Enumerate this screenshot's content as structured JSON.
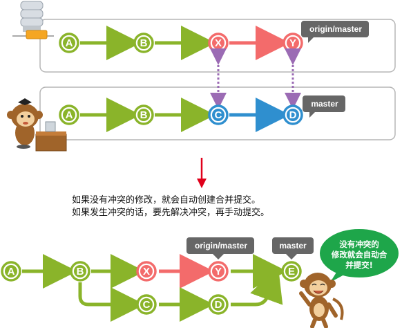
{
  "colors": {
    "green": "#8ab42a",
    "green_dark": "#6e9a1a",
    "red": "#f36b6b",
    "blue": "#2f8fcf",
    "purple": "#9b6bb4",
    "tag_bg": "#666666",
    "bubble_green": "#1ea64a",
    "arrow_red": "#e0001b"
  },
  "remote_row": {
    "nodes": [
      "A",
      "B",
      "X",
      "Y"
    ],
    "tag": "origin/master",
    "icon": "server-icon"
  },
  "local_row": {
    "nodes": [
      "A",
      "B",
      "C",
      "D"
    ],
    "tag": "master",
    "icon": "monkey-at-desk-icon"
  },
  "caption": {
    "line1": "如果没有冲突的修改，就会自动创建合并提交。",
    "line2": "如果发生冲突的话，要先解决冲突，再手动提交。"
  },
  "result_graph": {
    "top_nodes": [
      "A",
      "B",
      "X",
      "Y",
      "E"
    ],
    "bottom_nodes": [
      "C",
      "D"
    ],
    "tag_remote": "origin/master",
    "tag_local": "master"
  },
  "speech_bubble": {
    "line1": "没有冲突的",
    "line2": "修改就会自动合",
    "line3": "并提交!"
  }
}
